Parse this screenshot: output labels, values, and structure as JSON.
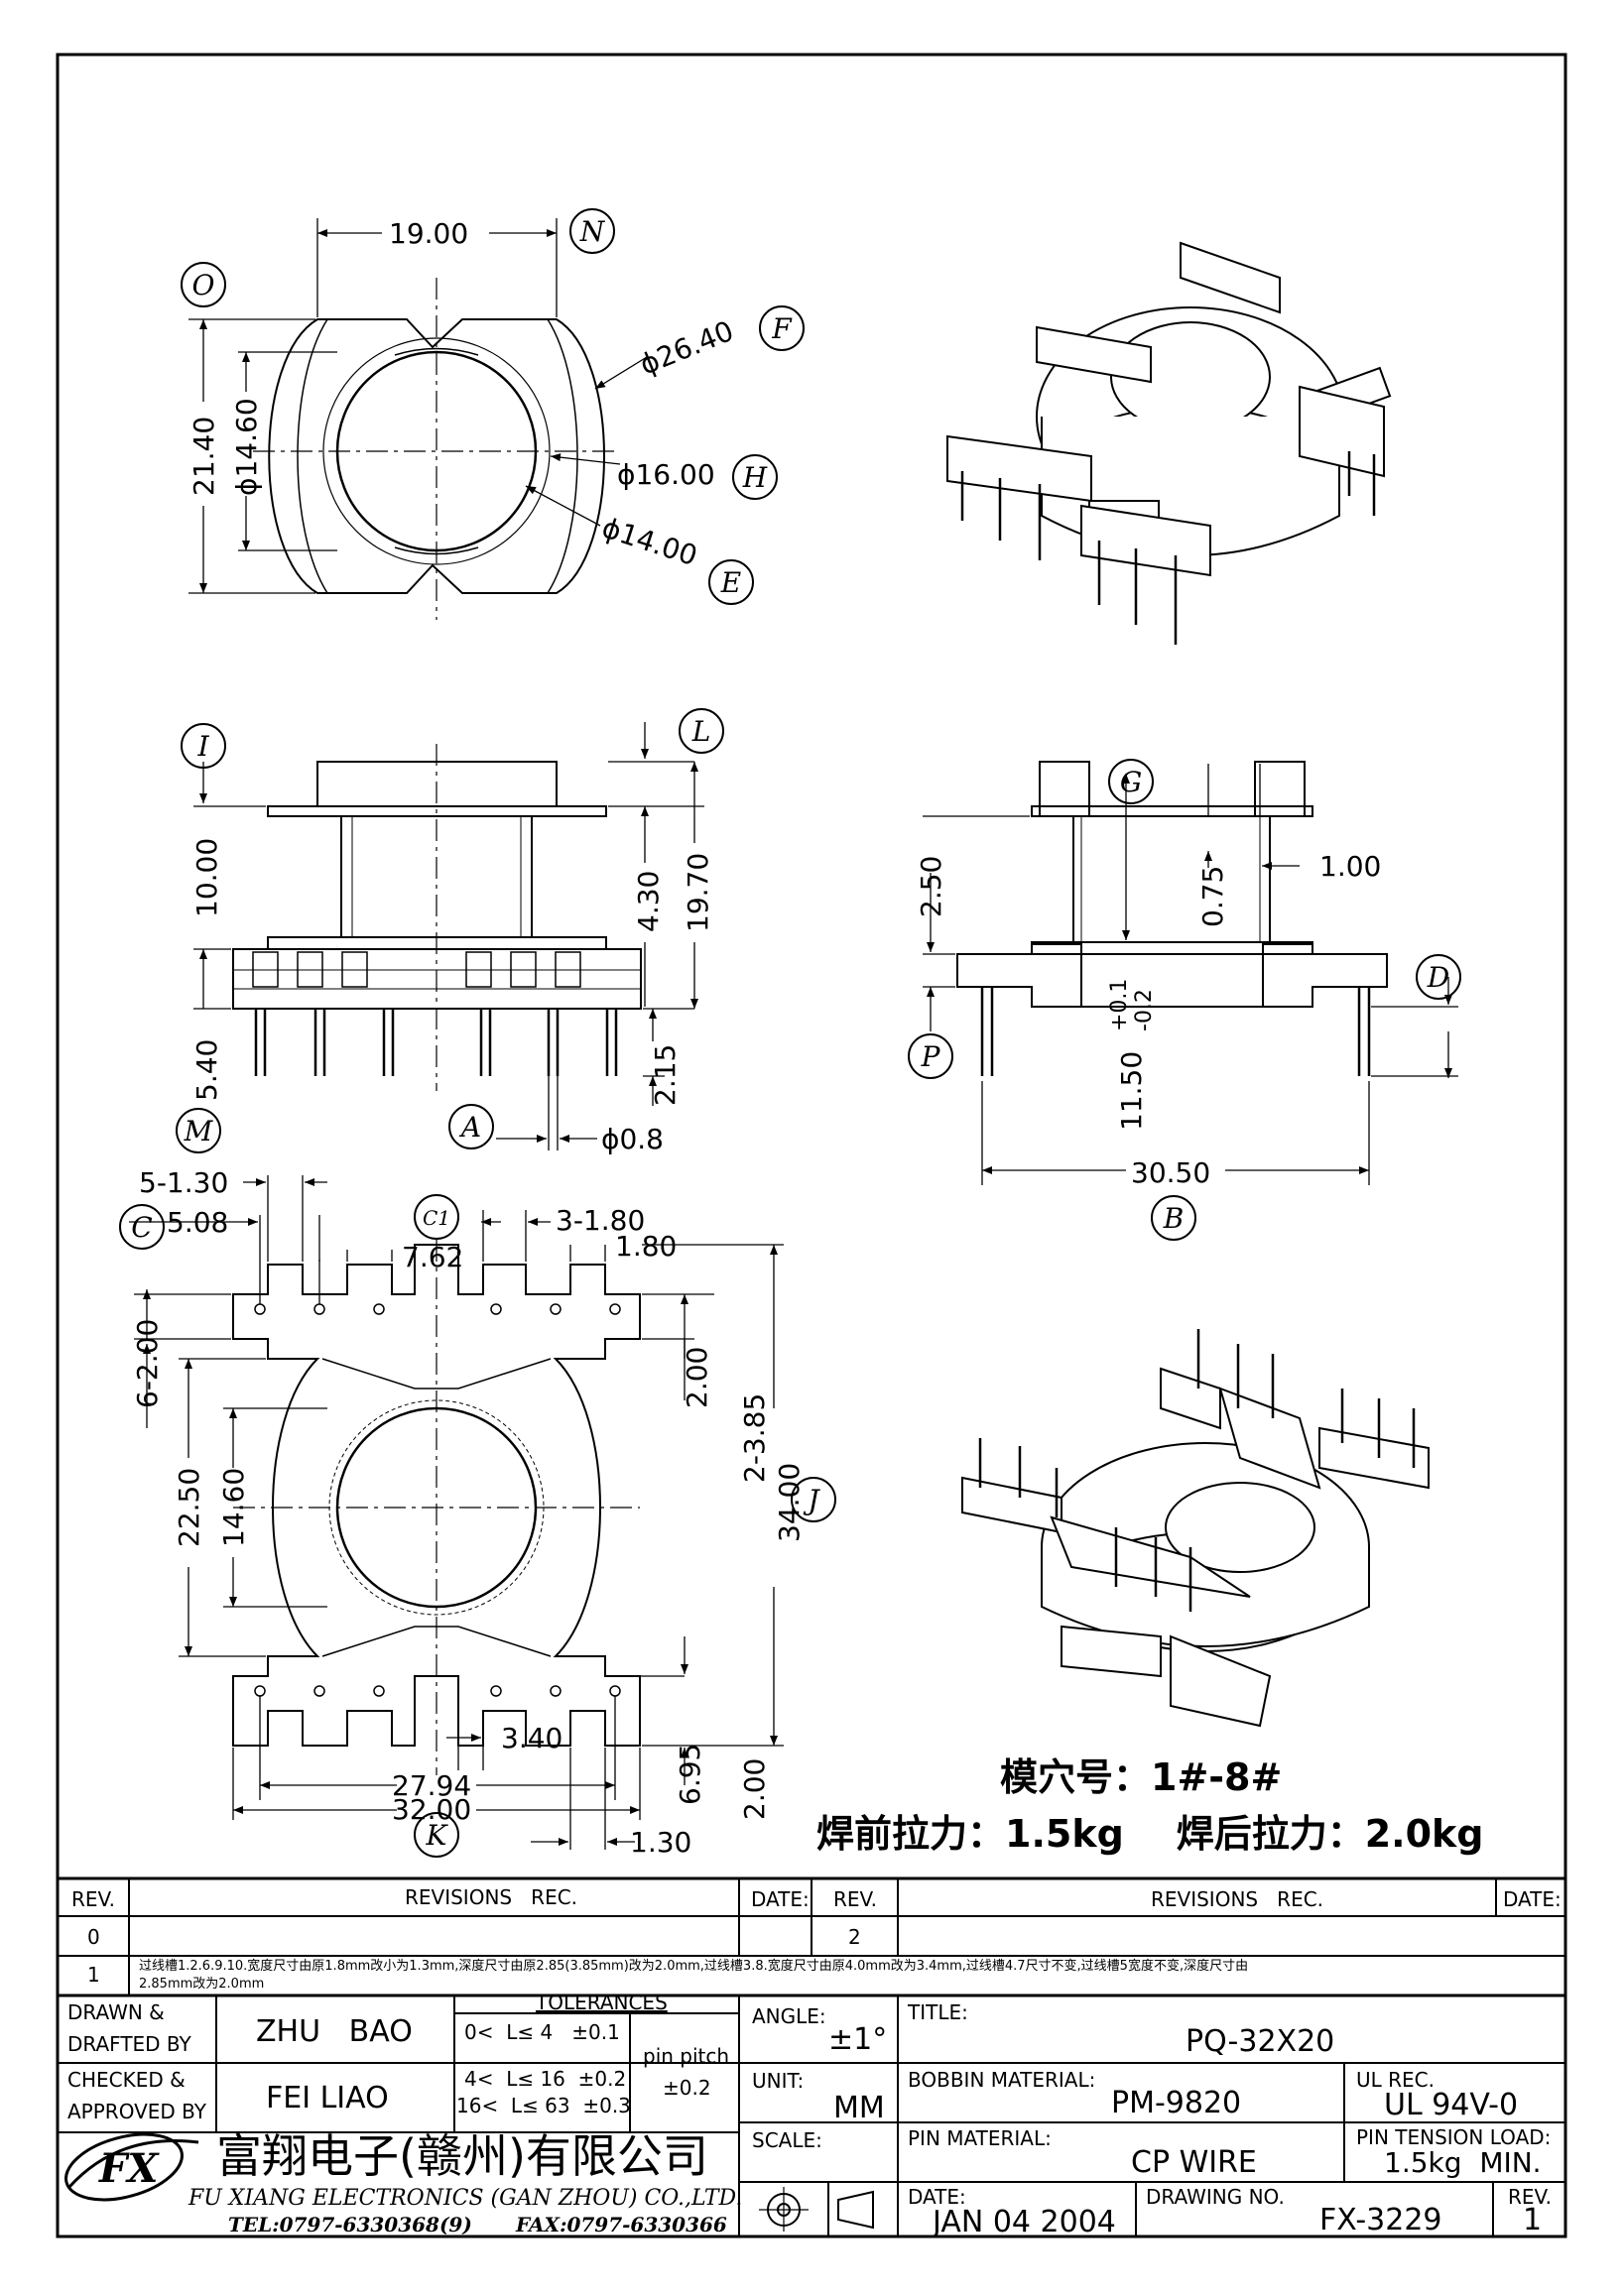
{
  "dimensions": {
    "d_19_00": "19.00",
    "d_26_40": "ϕ26.40",
    "d_21_40": "21.40",
    "d_14_60_top": "ϕ14.60",
    "d_16_00": "ϕ16.00",
    "d_14_00": "ϕ14.00",
    "d_10_00": "10.00",
    "d_4_30": "4.30",
    "d_19_70": "19.70",
    "d_5_40": "5.40",
    "d_2_15": "2.15",
    "d_0_8": "ϕ0.8",
    "d_2_50": "2.50",
    "d_0_75": "0.75",
    "d_1_00": "1.00",
    "d_11_50_base": "11.50",
    "d_11_50_tol_plus": "+0.1",
    "d_11_50_tol_minus": "-0.2",
    "d_30_50": "30.50",
    "d_5_1_30": "5-1.30",
    "d_5_08": "5.08",
    "d_7_62": "7.62",
    "d_3_1_80": "3-1.80",
    "d_1_80": "1.80",
    "d_6_2_00": "6-2.00",
    "d_22_50": "22.50",
    "d_14_60_bot": "14.60",
    "d_2_00_a": "2.00",
    "d_2_3_85": "2-3.85",
    "d_34_00": "34.00",
    "d_3_40": "3.40",
    "d_27_94": "27.94",
    "d_32_00": "32.00",
    "d_6_95": "6.95",
    "d_2_00_b": "2.00",
    "d_1_30": "1.30"
  },
  "labels": {
    "N": "N",
    "O": "O",
    "F": "F",
    "H": "H",
    "E": "E",
    "I": "I",
    "L": "L",
    "M": "M",
    "A": "A",
    "G": "G",
    "D": "D",
    "P": "P",
    "B": "B",
    "C": "C",
    "C1": "C1",
    "J": "J",
    "K": "K"
  },
  "notes": {
    "cavity": "模穴号：1#-8#",
    "pull_force": "焊前拉力：1.5kg    焊后拉力：2.0kg"
  },
  "title_block": {
    "rev_header": "REV.",
    "revisions_rec": "REVISIONS   REC.",
    "date_header": "DATE:",
    "rev_header_2": "REV.",
    "revisions_rec_2": "REVISIONS   REC.",
    "date_header_2": "DATE:",
    "rev_0": "0",
    "rev_2": "2",
    "rev_1": "1",
    "rev_1_text": "过线槽1.2.6.9.10.宽度尺寸由原1.8mm改小为1.3mm,深度尺寸由原2.85(3.85mm)改为2.0mm,过线槽3.8.宽度尺寸由原4.0mm改为3.4mm,过线槽4.7尺寸不变,过线槽5宽度不变,深度尺寸由",
    "rev_1_text_2": "2.85mm改为2.0mm",
    "drawn_label_1": "DRAWN &",
    "drawn_label_2": "DRAFTED BY",
    "drawn_by": "ZHU   BAO",
    "tolerances": "TOLERANCES",
    "tol_1": "0<  L≤ 4   ±0.1",
    "tol_2": "4<  L≤ 16  ±0.2",
    "tol_3": "16<  L≤ 63  ±0.3",
    "pin_pitch": "pin pitch",
    "pin_pitch_tol": "±0.2",
    "angle_label": "ANGLE:",
    "angle": "±1°",
    "title_label": "TITLE:",
    "title": "PQ-32X20",
    "checked_label_1": "CHECKED &",
    "checked_label_2": "APPROVED BY",
    "checked_by": "FEI LIAO",
    "unit_label": "UNIT:",
    "unit": "MM",
    "bobbin_label": "BOBBIN MATERIAL:",
    "bobbin": "PM-9820",
    "ul_label": "UL REC.",
    "ul": "UL 94V-0",
    "company_cn": "富翔电子(赣州)有限公司",
    "company_en": "FU XIANG ELECTRONICS (GAN ZHOU) CO.,LTD.",
    "tel": "TEL:0797-6330368(9)",
    "fax": "FAX:0797-6330366",
    "logo_text": "FX",
    "scale_label": "SCALE:",
    "pin_material_label": "PIN MATERIAL:",
    "pin_material": "CP WIRE",
    "pin_tension_label": "PIN TENSION LOAD:",
    "pin_tension": "1.5kg  MIN.",
    "date_label": "DATE:",
    "date": "JAN 04 2004",
    "drawing_no_label": "DRAWING NO.",
    "drawing_no": "FX-3229",
    "rev_label": "REV.",
    "rev": "1"
  }
}
